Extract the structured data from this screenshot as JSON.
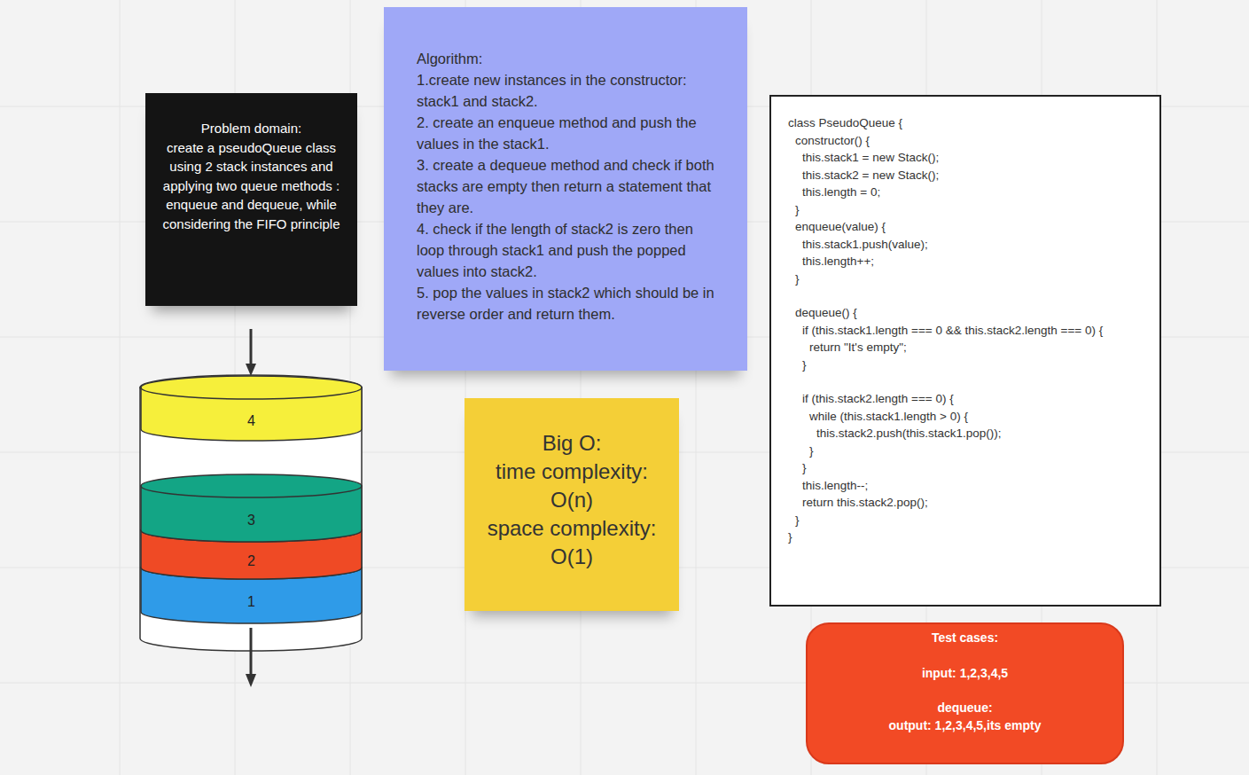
{
  "diagram": {
    "nodes": [
      {
        "text": [
          "Problem domain:",
          "create a pseudoQueue class using 2 stack instances and applying two queue methods : enqueue and dequeue, while considering the FIFO principle"
        ]
      },
      {
        "text": [
          "Algorithm:",
          "1.create new instances in the constructor: stack1 and stack2.",
          "2. create an enqueue method and push the values in the stack1.",
          "3. create a dequeue method and check if both stacks are empty then return a statement that they are.",
          "4. check if the length of stack2 is zero then loop through stack1 and push the popped values into stack2.",
          "5. pop the values in stack2 which should be in reverse order and return them."
        ]
      },
      {
        "text": [
          "class PseudoQueue {",
          "constructor() {",
          "this.stack1 = new Stack();",
          "this.stack2 = new Stack();",
          "this.length = 0;",
          "}",
          "enqueue(value) {",
          "this.stack1.push(value);",
          "this.length++;",
          "}",
          "dequeue() {",
          "if (this.stack1.length === 0 && this.stack2.length === 0) {",
          "return \"It's empty\";",
          "}",
          "if (this.stack2.length === 0) {",
          "while (this.stack1.length > 0) {",
          "this.stack2.push(this.stack1.pop());",
          "}",
          "}",
          "this.length--;",
          "return this.stack2.pop();",
          "}",
          "}"
        ]
      },
      {
        "text": [
          "4"
        ]
      },
      {
        "text": [
          "3"
        ]
      },
      {
        "text": [
          "2"
        ]
      },
      {
        "text": [
          "1"
        ]
      },
      {
        "text": [
          "Big O:",
          "time complexity:",
          "O(n)",
          "space complexity:",
          "O(1)"
        ]
      },
      {
        "text": [
          "Test cases:",
          "input: 1,2,3,4,5",
          "dequeue:",
          "output: 1,2,3,4,5,its empty"
        ]
      }
    ]
  }
}
